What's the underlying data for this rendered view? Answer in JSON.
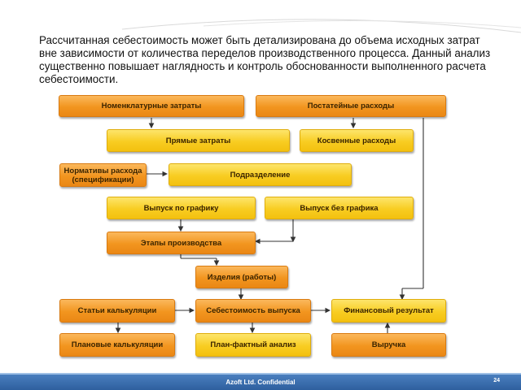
{
  "intro_text": "Рассчитанная себестоимость может быть детализирована до объема исходных затрат вне зависимости от количества переделов производственного процесса. Данный анализ существенно повышает наглядность и контроль обоснованности выполненного расчета себестоимости.",
  "boxes": {
    "nomenclature_costs": "Номенклатурные затраты",
    "itemized_expenses": "Постатейные расходы",
    "direct_costs": "Прямые затраты",
    "indirect_expenses": "Косвенные расходы",
    "consumption_norms": "Нормативы расхода (спецификации)",
    "department": "Подразделение",
    "output_by_schedule": "Выпуск по графику",
    "output_without_schedule": "Выпуск без графика",
    "production_stages": "Этапы производства",
    "products_works": "Изделия (работы)",
    "costing_items": "Статьи калькуляции",
    "output_cost": "Себестоимость выпуска",
    "financial_result": "Финансовый результат",
    "planned_calculations": "Плановые калькуляции",
    "plan_fact_analysis": "План-фактный анализ",
    "revenue": "Выручка"
  },
  "footer": {
    "company": "Azoft Ltd. Confidential",
    "page_number": "24"
  },
  "colors": {
    "orange_box": "#f2951f",
    "yellow_box": "#f8cd22",
    "footer_bar": "#2e5f9e"
  }
}
